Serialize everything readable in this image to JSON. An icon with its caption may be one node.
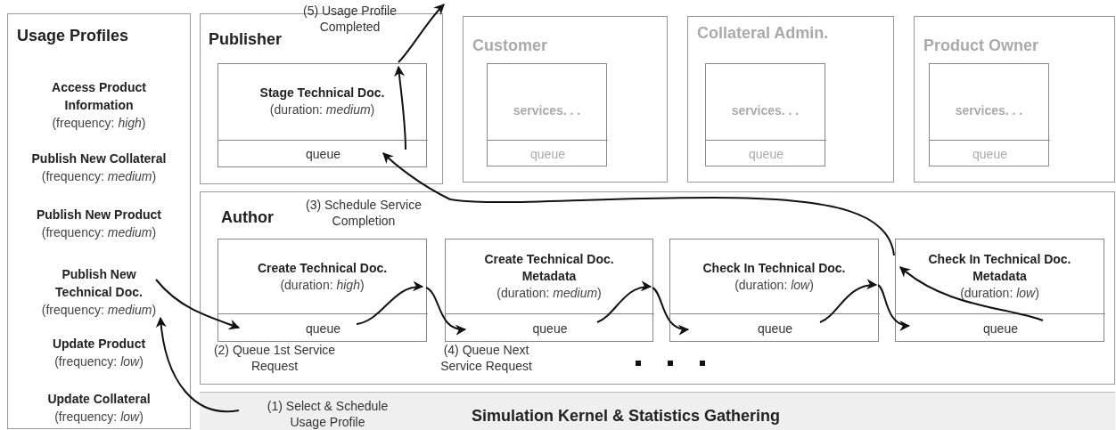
{
  "diagram": {
    "nodes": [
      {
        "text": [
          "Usage Profiles"
        ]
      },
      {
        "text": [
          "Access Product Information",
          "(frequency: *high*)"
        ],
        "in": 0
      },
      {
        "text": [
          "Publish New Collateral",
          "(frequency: *medium*)"
        ],
        "in": 0
      },
      {
        "text": [
          "Publish New Product",
          "(frequency: *medium*)"
        ],
        "in": 0
      },
      {
        "text": [
          "Publish New Technical Doc.",
          "(frequency: *medium*)"
        ],
        "in": 0
      },
      {
        "text": [
          "Update Product",
          "(frequency: *low*)"
        ],
        "in": 0
      },
      {
        "text": [
          "Update Collateral",
          "(frequency: *low*)"
        ],
        "in": 0
      },
      {
        "text": [
          "Publisher"
        ]
      },
      {
        "text": [
          "Stage Technical Doc.",
          "(duration: *medium*)"
        ],
        "in": 7
      },
      {
        "text": [
          "queue"
        ],
        "in": 8
      },
      {
        "text": [
          "Customer"
        ]
      },
      {
        "text": [
          "services. . ."
        ],
        "in": 10
      },
      {
        "text": [
          "queue"
        ],
        "in": 11
      },
      {
        "text": [
          "Collateral Admin."
        ]
      },
      {
        "text": [
          "services. . ."
        ],
        "in": 13
      },
      {
        "text": [
          "queue"
        ],
        "in": 14
      },
      {
        "text": [
          "Product Owner"
        ]
      },
      {
        "text": [
          "services. . ."
        ],
        "in": 16
      },
      {
        "text": [
          "queue"
        ],
        "in": 17
      },
      {
        "text": [
          "Author"
        ]
      },
      {
        "text": [
          "Create Technical Doc.",
          "(duration: *high*)"
        ],
        "in": 19
      },
      {
        "text": [
          "queue"
        ],
        "in": 20
      },
      {
        "text": [
          "Create Technical Doc. Metadata",
          "(duration: *medium*)"
        ],
        "in": 19
      },
      {
        "text": [
          "queue"
        ],
        "in": 22
      },
      {
        "text": [
          "Check In Technical Doc.",
          "(duration: *low*)"
        ],
        "in": 19
      },
      {
        "text": [
          "queue"
        ],
        "in": 24
      },
      {
        "text": [
          "Check In Technical Doc. Metadata",
          "(duration: *low*)"
        ],
        "in": 19
      },
      {
        "text": [
          "queue"
        ],
        "in": 26
      },
      {
        "text": [
          "Simulation Kernel & Statistics Gathering"
        ]
      }
    ],
    "edges": [
      {
        "from": 28,
        "to": 4,
        "arrow": "to"
      },
      {
        "from": 4,
        "to": 21,
        "arrow": "to"
      },
      {
        "from": 21,
        "to": 20,
        "arrow": "to"
      },
      {
        "from": 20,
        "to": 23,
        "arrow": "to"
      },
      {
        "from": 23,
        "to": 22,
        "arrow": "to"
      },
      {
        "from": 22,
        "to": 25,
        "arrow": "to"
      },
      {
        "from": 25,
        "to": 24,
        "arrow": "to"
      },
      {
        "from": 24,
        "to": 27,
        "arrow": "to"
      },
      {
        "from": 27,
        "to": 26,
        "arrow": "to"
      },
      {
        "from": 26,
        "to": 9,
        "arrow": "to"
      },
      {
        "from": 9,
        "to": 8,
        "arrow": "to"
      },
      {
        "from": 8,
        "to": null,
        "arrow": "to"
      }
    ],
    "labels": [
      "(5) Usage Profile Completed",
      "(3) Schedule Service Completion",
      "(2) Queue 1st Service Request",
      "(4) Queue Next Service Request",
      "(1) Select & Schedule Usage Profile"
    ]
  }
}
